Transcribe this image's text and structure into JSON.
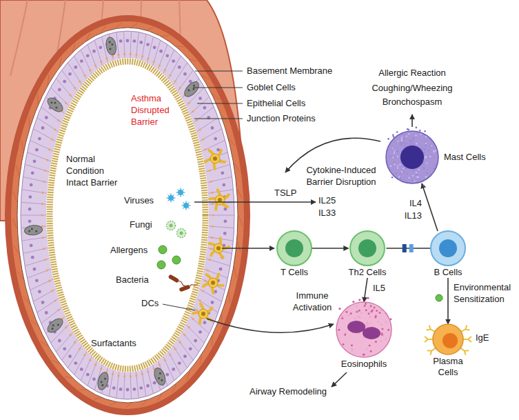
{
  "diagram": {
    "nodes": [
      {
        "text": [
          "Mast Cells"
        ]
      },
      {
        "text": [
          "T Cells"
        ]
      },
      {
        "text": [
          "Th2 Cells"
        ]
      },
      {
        "text": [
          "B Cells"
        ]
      },
      {
        "text": [
          "Eosinophils"
        ]
      },
      {
        "text": [
          "Plasma Cells"
        ]
      }
    ],
    "edges": [
      {
        "from": 1,
        "to": 2,
        "arrow": "to"
      },
      {
        "from": 2,
        "to": 3,
        "arrow": "none"
      },
      {
        "from": 3,
        "to": 0,
        "label": "IL4 IL13",
        "arrow": "to"
      },
      {
        "from": 2,
        "to": 4,
        "label": "IL5",
        "arrow": "to"
      },
      {
        "from": 3,
        "to": 5,
        "label": "Environmental Sensitization",
        "arrow": "to"
      }
    ],
    "labels": [
      "Basement Membrane",
      "Goblet Cells",
      "Epithelial Cells",
      "Junction Proteins",
      "Allergic Reaction",
      "Coughing/Wheezing Bronchospasm",
      "Normal Condition Intact Barrier",
      "Asthma Disrupted Barrier",
      "Cytokine-Induced Barrier Disruption",
      "Viruses",
      "TSLP",
      "IL25",
      "IL33",
      "Fungi",
      "Allergens",
      "Bacteria",
      "DCs",
      "Immune Activation",
      "Surfactants",
      "Airway Remodeling",
      "IgE"
    ]
  }
}
